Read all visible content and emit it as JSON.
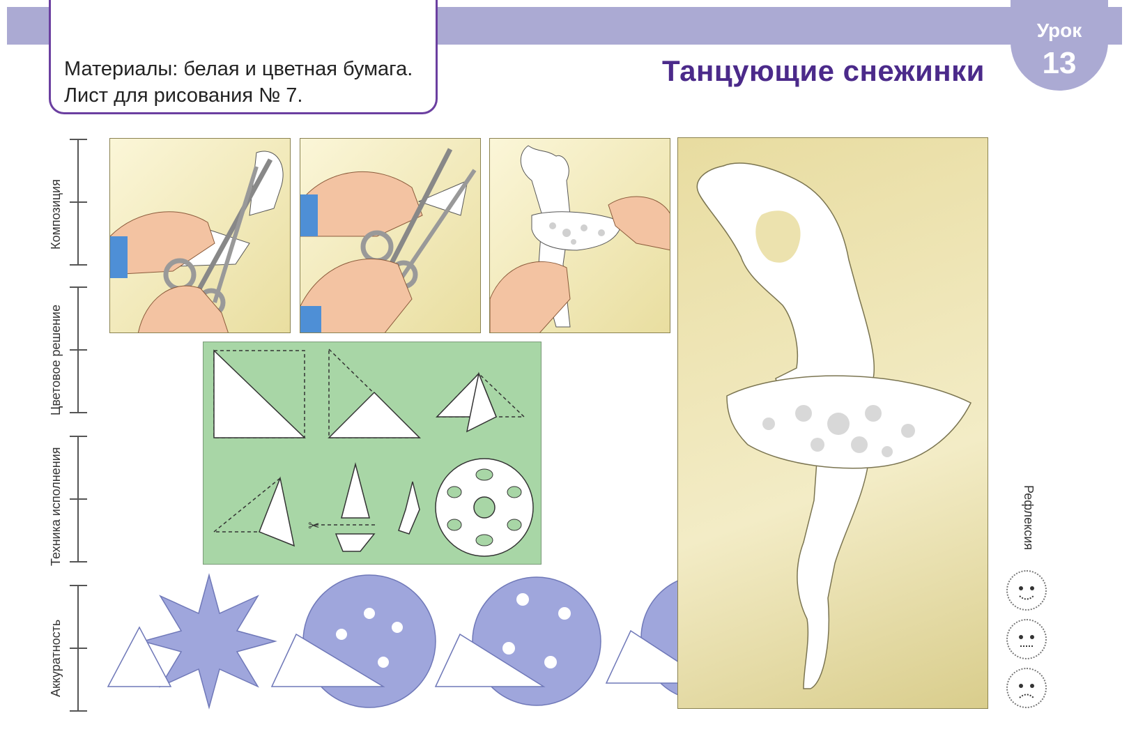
{
  "header": {
    "materials_line1": "Материалы: белая и цветная бумага.",
    "materials_line2": "Лист для рисования № 7.",
    "title": "Танцующие снежинки",
    "lesson_word": "Урок",
    "lesson_number": "13"
  },
  "criteria": {
    "composition": "Композиция",
    "color": "Цветовое решение",
    "technique": "Техника исполнения",
    "accuracy": "Аккуратность"
  },
  "reflection": {
    "label": "Рефлексия",
    "faces": [
      "happy-face-icon",
      "neutral-face-icon",
      "sad-face-icon"
    ]
  },
  "colors": {
    "header_bar": "#abaad3",
    "title": "#4b2a8a",
    "frame": "#6b3fa0",
    "green_panel": "#a8d6a6",
    "snowflake": "#9fa6dc"
  }
}
